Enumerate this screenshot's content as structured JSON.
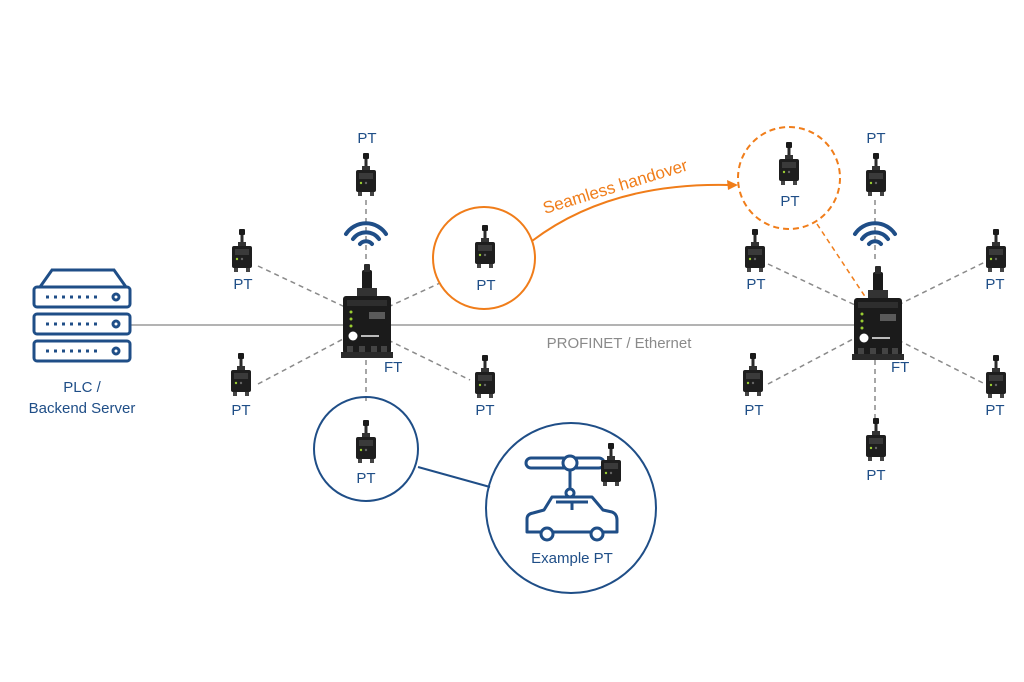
{
  "server": {
    "label_line1": "PLC /",
    "label_line2": "Backend Server"
  },
  "network": {
    "label": "PROFINET / Ethernet"
  },
  "handover": {
    "label": "Seamless handover"
  },
  "ft_label": "FT",
  "pt_label": "PT",
  "example": {
    "label": "Example PT"
  },
  "colors": {
    "blue": "#1f4e87",
    "orange": "#f07d1a",
    "gray": "#8a8a8a"
  },
  "icons": [
    "server-icon",
    "wifi-icon",
    "device-icon",
    "car-icon",
    "trolley-icon"
  ]
}
